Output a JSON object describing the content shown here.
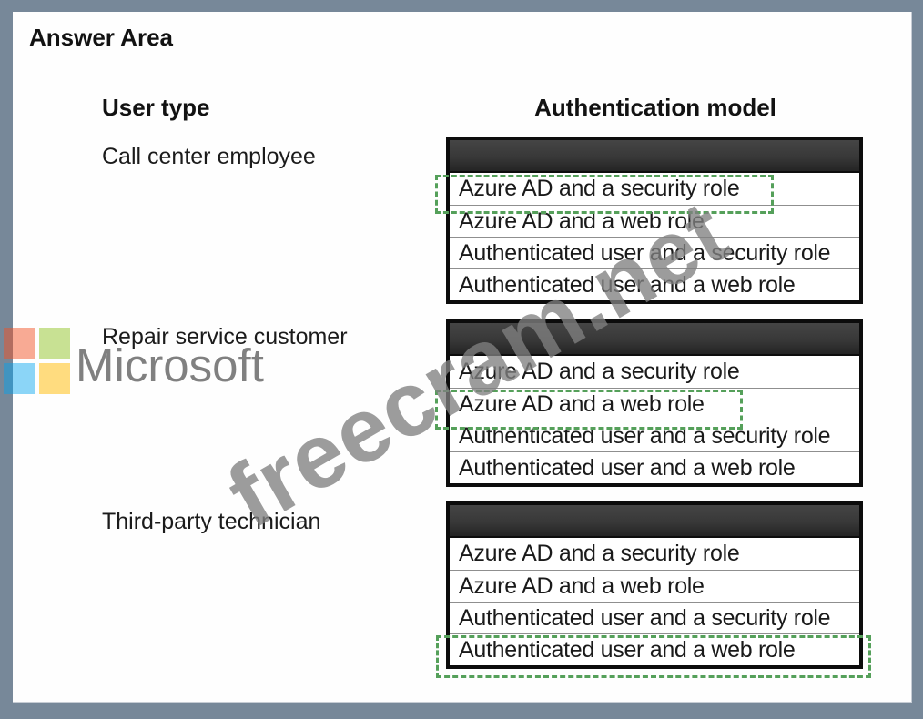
{
  "title": "Answer Area",
  "columns": {
    "user_type": "User type",
    "auth_model": "Authentication model"
  },
  "options": [
    "Azure AD and a security role",
    "Azure AD and a web role",
    "Authenticated user and a security role",
    "Authenticated user and a web role"
  ],
  "groups": [
    {
      "user_type": "Call center employee",
      "selected_index": 0,
      "selected_option": "Azure AD and a security role"
    },
    {
      "user_type": "Repair service customer",
      "selected_index": 1,
      "selected_option": "Azure AD and a web role"
    },
    {
      "user_type": "Third-party technician",
      "selected_index": 3,
      "selected_option": "Authenticated user and a web role"
    }
  ],
  "watermarks": {
    "brand": "Microsoft",
    "site": "freecram.net"
  },
  "colors": {
    "background": "#778899",
    "panel": "#fefefe",
    "box_header": "#383838",
    "box_border": "#0c0c0c",
    "selection_green": "#55a05a",
    "ms_red": "#f25022",
    "ms_green": "#7fba00",
    "ms_blue": "#00a4ef",
    "ms_yellow": "#ffb900"
  }
}
